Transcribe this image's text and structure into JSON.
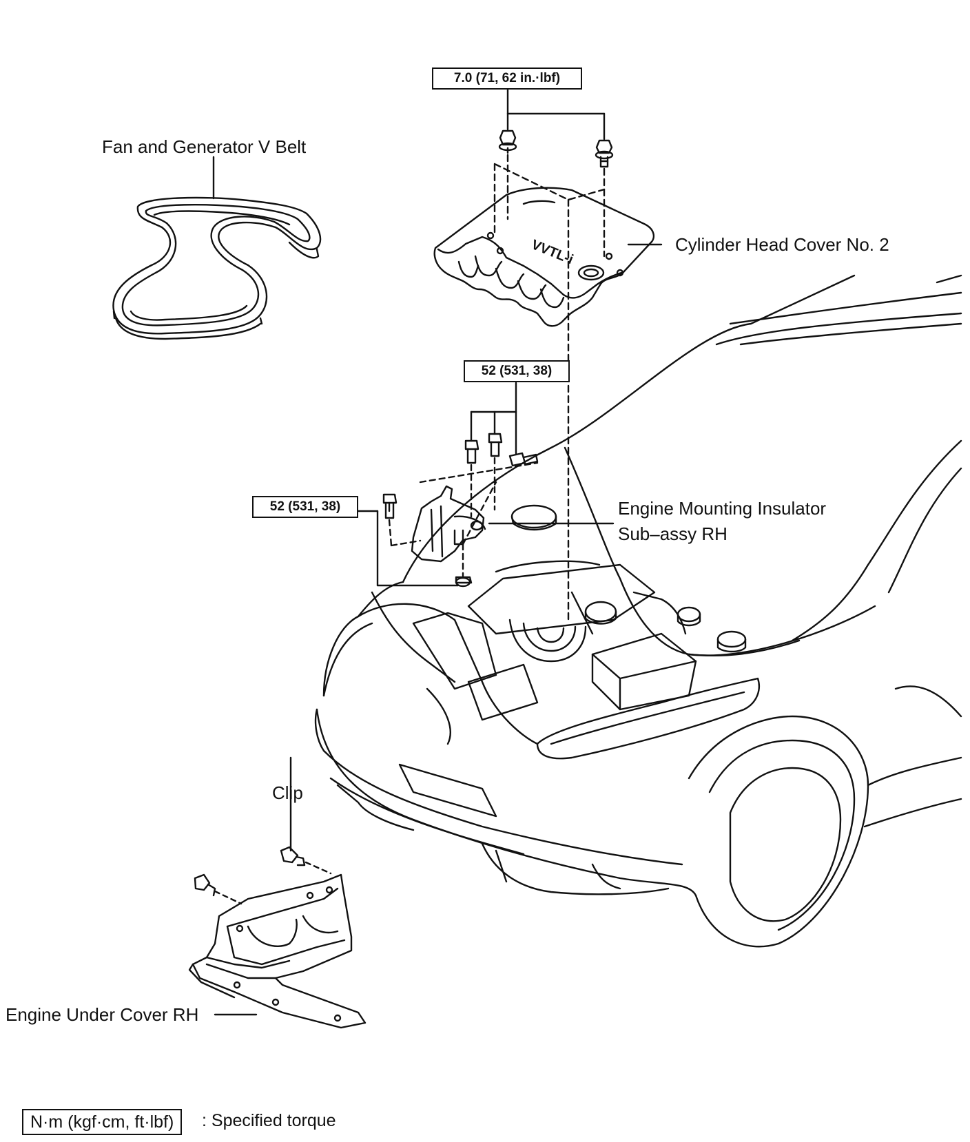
{
  "labels": {
    "fan_belt": "Fan and Generator V Belt",
    "cylinder_head_cover": "Cylinder Head Cover No. 2",
    "engine_mount_line1": "Engine Mounting Insulator",
    "engine_mount_line2": "Sub–assy RH",
    "clip": "Clip",
    "under_cover": "Engine Under Cover RH"
  },
  "torque": {
    "cover_bolts": "7.0 (71, 62 in.·lbf)",
    "mount_upper": "52 (531, 38)",
    "mount_lower": "52 (531, 38)"
  },
  "legend": {
    "unit_box": "N·m (kgf·cm, ft·lbf)",
    "description": ": Specified torque"
  },
  "cover_emblem": {
    "logo": "VVTL-i"
  }
}
